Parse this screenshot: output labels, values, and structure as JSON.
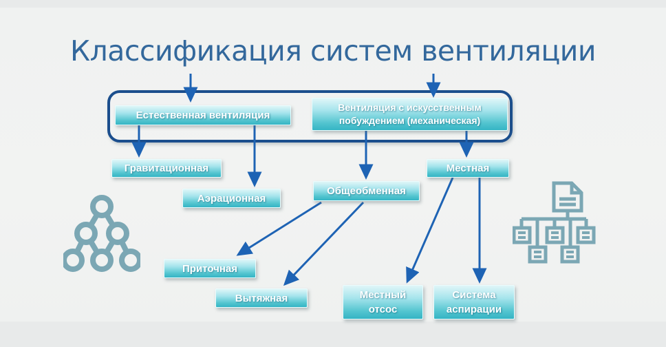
{
  "title": "Классификация систем вентиляции",
  "nodes": {
    "natural": "Естественная вентиляция",
    "mechanical": "Вентиляция с искусственным побуждением (механическая)",
    "gravitational": "Гравитационная",
    "aeration": "Аэрационная",
    "general_exchange": "Общеобменная",
    "local": "Местная",
    "supply": "Приточная",
    "exhaust": "Вытяжная",
    "local_suction": "Местный отсос",
    "aspiration": "Система аспирации"
  },
  "edges": [
    {
      "from": "title",
      "to": "natural"
    },
    {
      "from": "title",
      "to": "mechanical"
    },
    {
      "from": "natural",
      "to": "gravitational"
    },
    {
      "from": "natural",
      "to": "aeration"
    },
    {
      "from": "mechanical",
      "to": "general_exchange"
    },
    {
      "from": "mechanical",
      "to": "local"
    },
    {
      "from": "general_exchange",
      "to": "supply"
    },
    {
      "from": "general_exchange",
      "to": "exhaust"
    },
    {
      "from": "local",
      "to": "local_suction"
    },
    {
      "from": "local",
      "to": "aspiration"
    }
  ],
  "icons": [
    {
      "name": "network-circles-icon",
      "position": "left"
    },
    {
      "name": "document-flowchart-icon",
      "position": "right"
    }
  ],
  "colors": {
    "background": "#eceeee",
    "title_text": "#33689c",
    "arrow": "#1e63b4",
    "group_frame_border": "#1b4e8d",
    "node_gradient_top": "#dff6f8",
    "node_gradient_bottom": "#35b4c4",
    "node_text": "#ffffff",
    "decor_icon": "#7ba7b4"
  }
}
